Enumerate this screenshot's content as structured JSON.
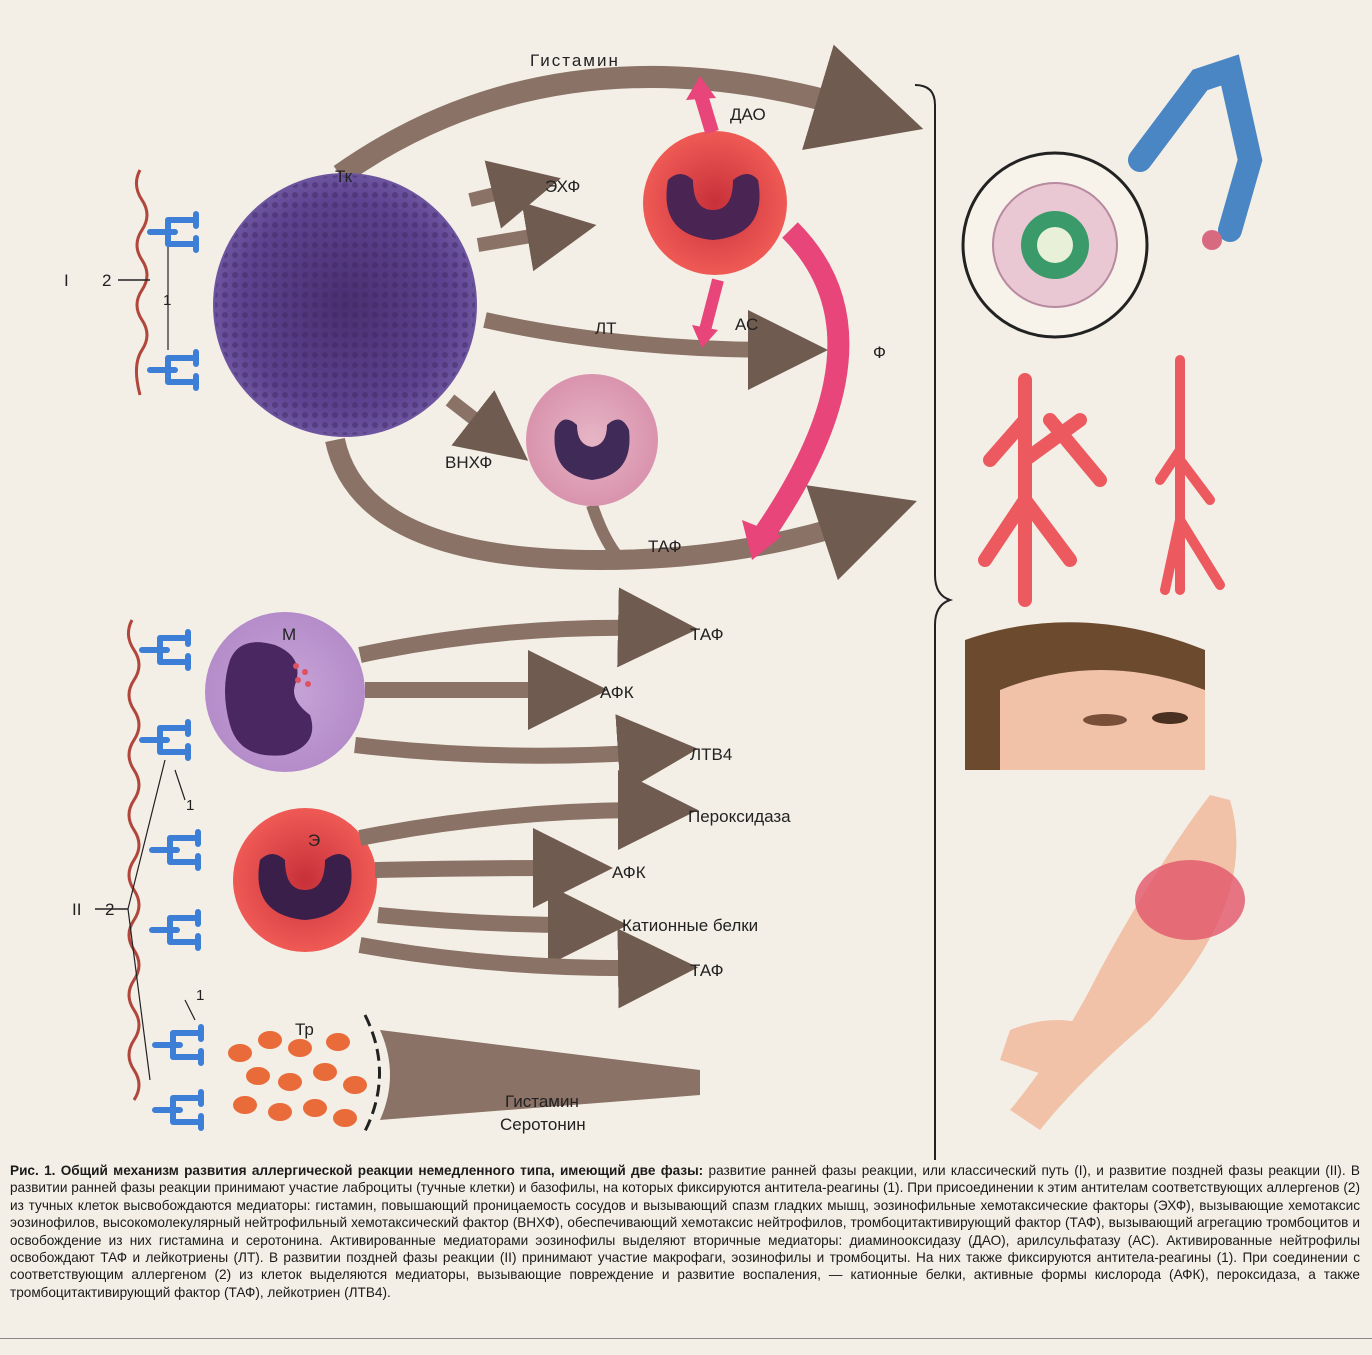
{
  "phase_labels": {
    "early": "I",
    "late": "II"
  },
  "number_labels": {
    "allergen": "2",
    "antibody": "1"
  },
  "cells": {
    "mast_cell": "Тк",
    "macrophage": "М",
    "eosinophil": "Э",
    "platelets": "Тр"
  },
  "early_phase": {
    "histamine": "Гистамин",
    "dao": "ДАО",
    "ecf": "ЭХФ",
    "lt": "ЛТ",
    "as": "АС",
    "f": "Ф",
    "hmncf": "ВНХФ",
    "paf": "ТАФ"
  },
  "late_phase": {
    "macrophage_outputs": [
      "ТАФ",
      "АФК",
      "ЛТB4"
    ],
    "eosinophil_outputs": [
      "Пероксидаза",
      "АФК",
      "Катионные белки",
      "ТАФ"
    ],
    "platelet_outputs": [
      "Гистамин",
      "Серотонин"
    ]
  },
  "caption": {
    "title": "Рис. 1. Общий механизм развития аллергической реакции немедленного типа, имеющий две фазы:",
    "body": "развитие ранней фазы реакции, или классический путь (I), и развитие поздней фазы реакции (II). В развитии ранней фазы реакции принимают участие лаброциты (тучные клетки) и базофилы, на которых фиксируются антитела-реагины (1). При присоединении к этим антителам соответствующих аллергенов (2) из тучных клеток высвобождаются медиаторы: гистамин, повышающий проницаемость сосудов и вызывающий спазм гладких мышц, эозинофильные хемотаксические факторы (ЭХФ), вызывающие хемотаксис эозинофилов, высокомолекулярный нейтрофильный хемотаксический фактор (ВНХФ), обеспечивающий хемотаксис нейтрофилов, тромбоцитактивирующий фактор (ТАФ), вызывающий агрегацию тромбоцитов и освобождение из них гистамина и серотонина. Активированные медиаторами эозинофилы выделяют вторичные медиаторы: диаминооксидазу (ДАО), арилсульфатазу (АС). Активированные нейтрофилы освобождают ТАФ и лейкотриены (ЛТ). В развитии поздней фазы реакции (II) принимают участие макрофаги, эозинофилы и тромбоциты. На них также фиксируются антитела-реагины (1). При соединении с соответствующим аллергеном (2) из клеток выделяются медиаторы, вызывающие повреждение и развитие воспаления, — катионные белки, активные формы кислорода (АФК), пероксидаза, а также тромбоцитактивирующий фактор (ТАФ), лейкотриен (ЛТB4)."
  },
  "colors": {
    "arrow_brown": "#8a7266",
    "arrow_pink": "#e8457a",
    "mast_cell": "#5b3f86",
    "eosinophil": "#e0403f",
    "antibody_blue": "#3d7fd6",
    "membrane_red": "#b0463c"
  }
}
